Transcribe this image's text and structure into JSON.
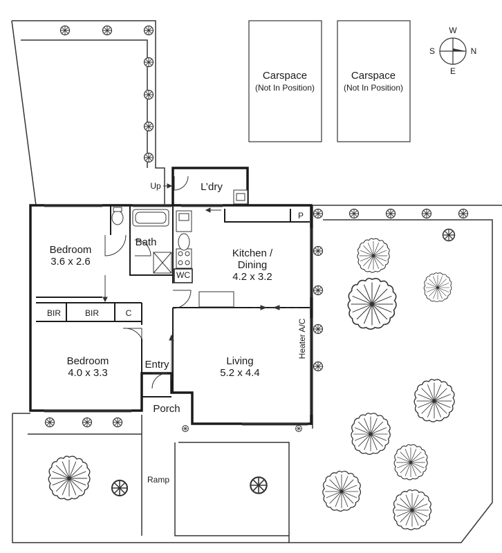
{
  "rooms": {
    "bedroom1": {
      "name": "Bedroom",
      "size": "3.6 x 2.6"
    },
    "bedroom2": {
      "name": "Bedroom",
      "size": "4.0 x 3.3"
    },
    "kitchen": {
      "name": "Kitchen /",
      "name2": "Dining",
      "size": "4.2 x 3.2"
    },
    "living": {
      "name": "Living",
      "size": "5.2 x 4.4"
    },
    "bath": "Bath",
    "wc": "WC",
    "laundry": "L’dry",
    "entry": "Entry",
    "porch": "Porch",
    "bir1": "BIR",
    "bir2": "BIR",
    "cupboard": "C",
    "pantry": "P"
  },
  "carspaces": [
    {
      "label": "Carspace",
      "note": "(Not In Position)"
    },
    {
      "label": "Carspace",
      "note": "(Not In Position)"
    }
  ],
  "annotations": {
    "heater": "Heater A/C",
    "ramp": "Ramp",
    "up": "Up"
  },
  "compass": {
    "n": "N",
    "s": "S",
    "e": "E",
    "w": "W"
  }
}
